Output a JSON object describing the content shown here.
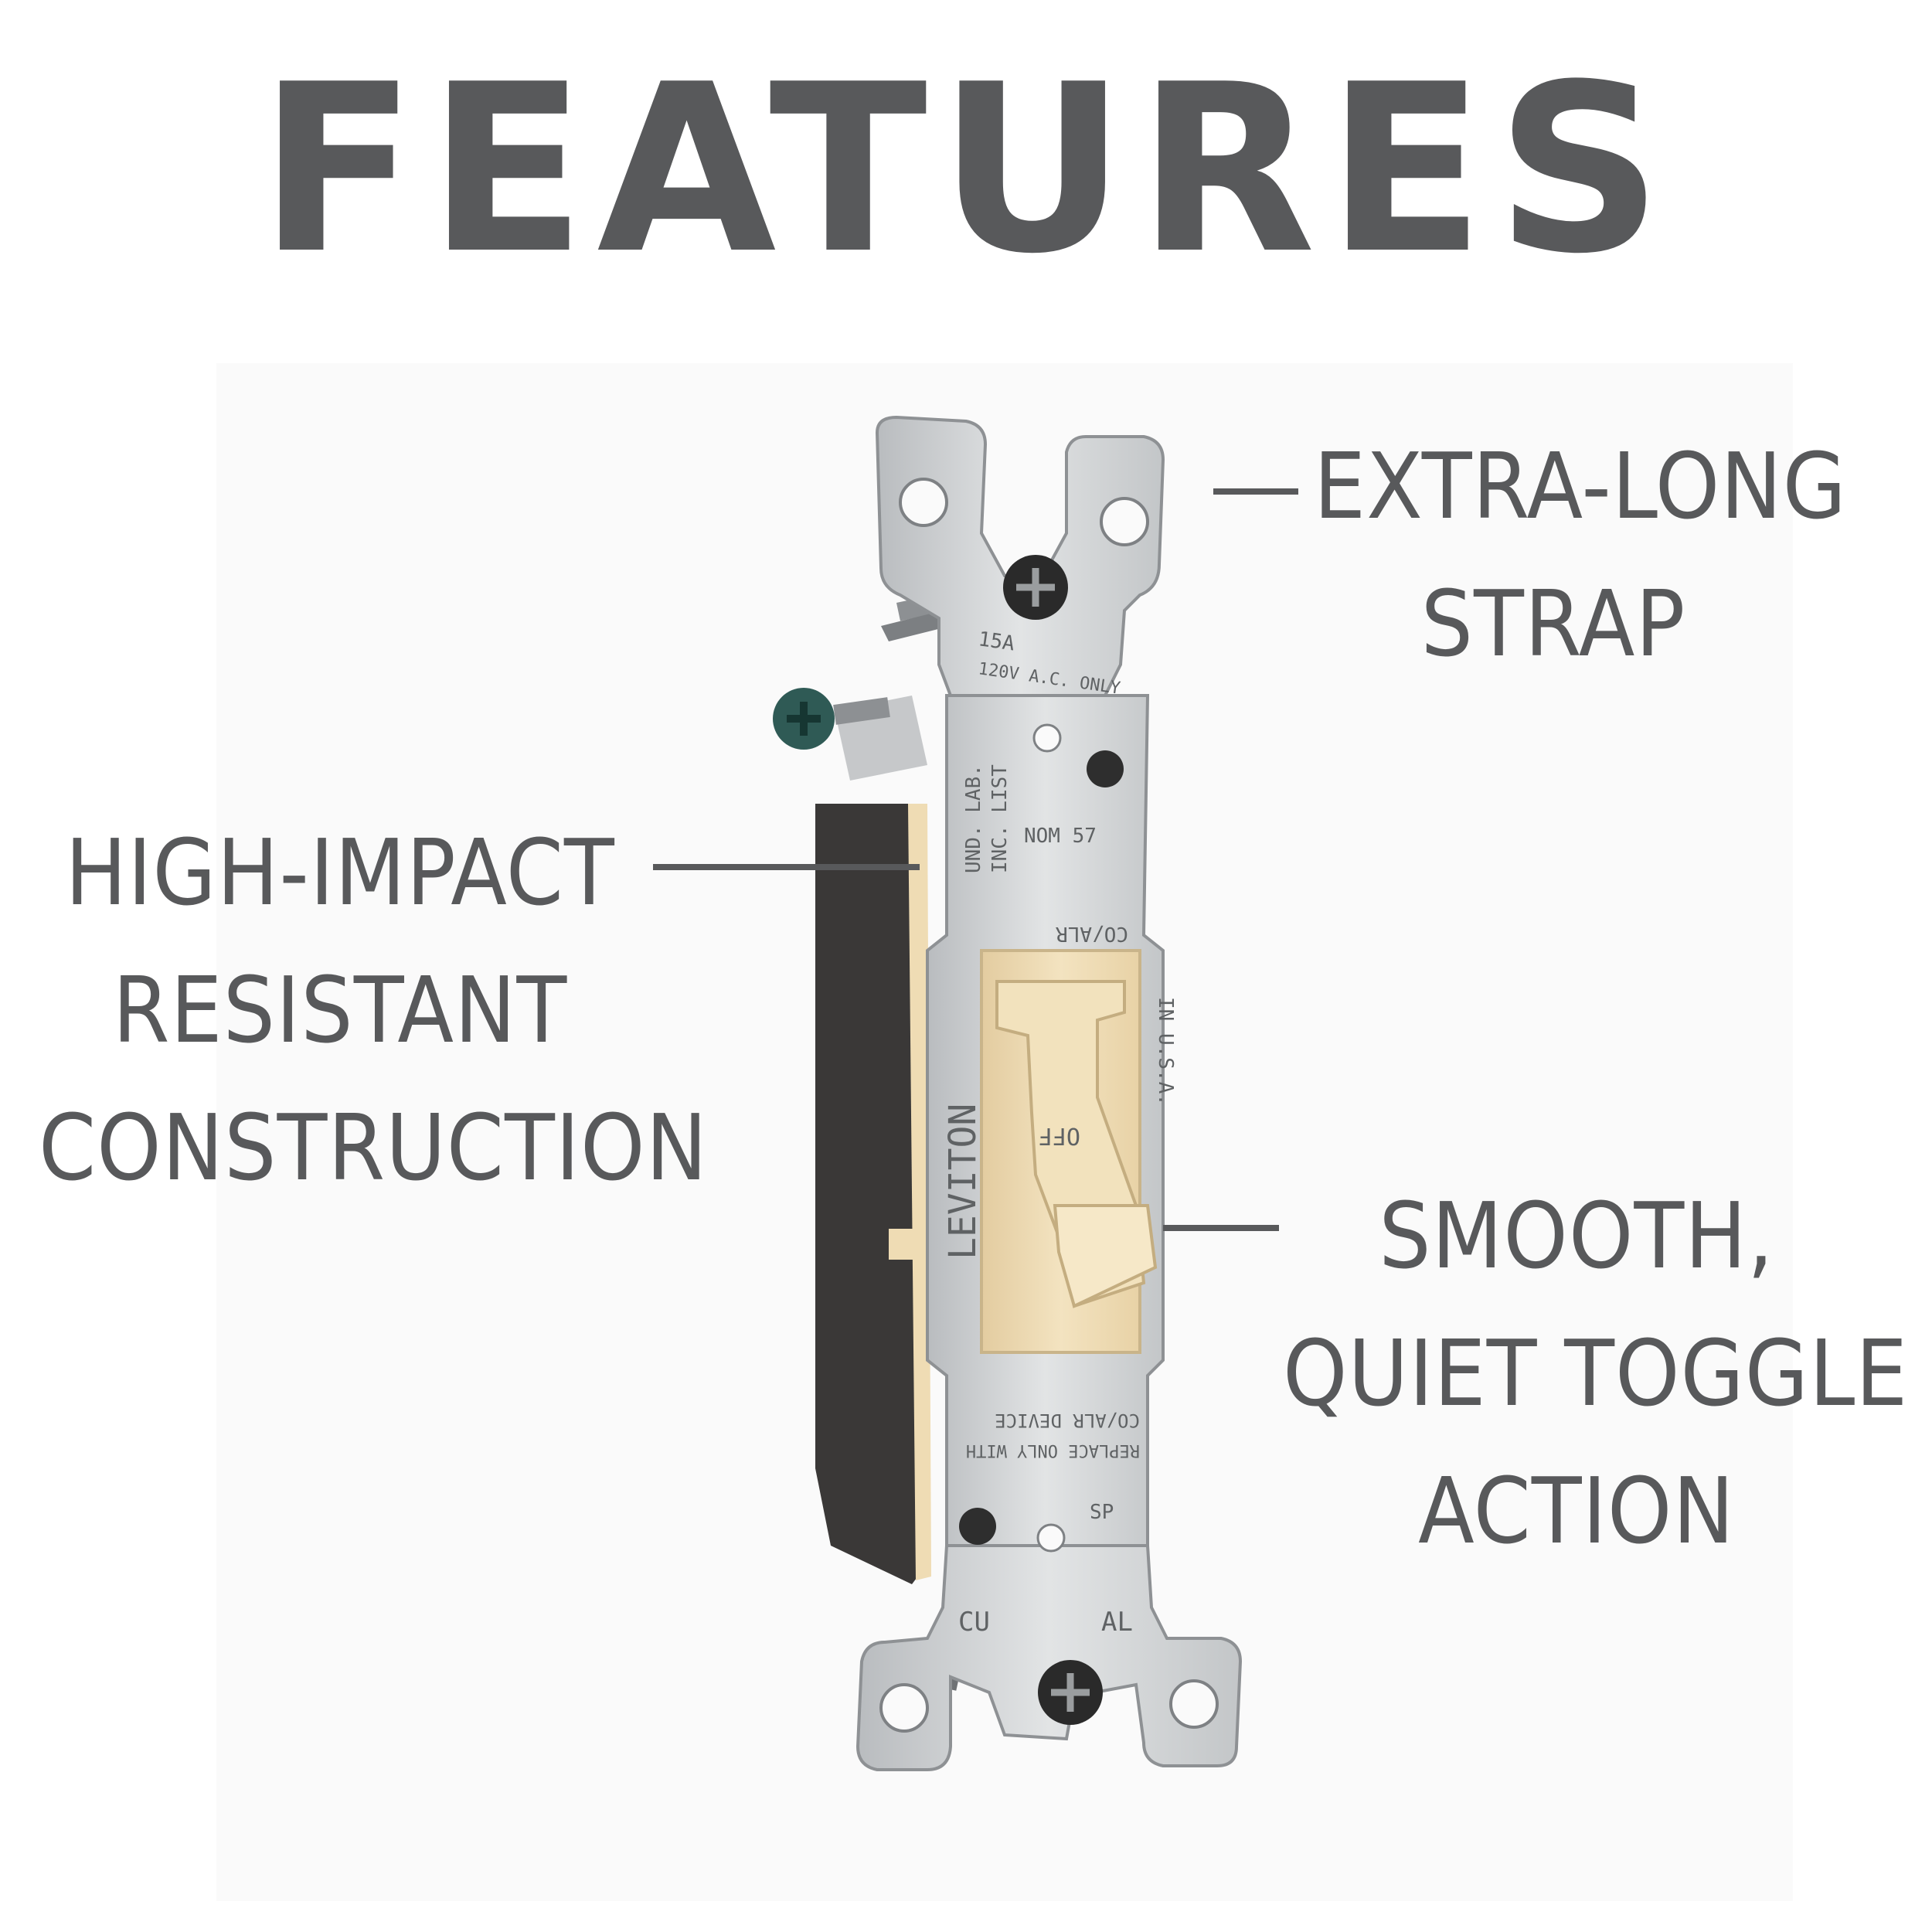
{
  "title": "FEATURES",
  "callouts": {
    "strap": {
      "lines": [
        "EXTRA-LONG",
        "STRAP"
      ]
    },
    "construction": {
      "lines": [
        "HIGH-IMPACT",
        "RESISTANT",
        "CONSTRUCTION"
      ]
    },
    "toggle": {
      "lines": [
        "SMOOTH,",
        "QUIET TOGGLE",
        "ACTION"
      ]
    }
  },
  "device_markings": {
    "rating_top": "15A",
    "rating_voltage": "120V A.C. ONLY",
    "listing_1": "UND. LAB.",
    "listing_2": "INC. LIST",
    "nom": "NOM 57",
    "co_alr_top": "CO/ALR",
    "brand": "LEVITON",
    "toggle_text": "OFF",
    "made_in": "IN U.S.A.",
    "replace_1": "REPLACE ONLY WITH",
    "replace_2": "CO/ALR DEVICE",
    "cu": "CU",
    "al": "AL",
    "csa": "SP"
  },
  "colors": {
    "text": "#58595b",
    "metal": "#cfd2d4",
    "body": "#3a3837",
    "ivory": "#efdcb4"
  }
}
